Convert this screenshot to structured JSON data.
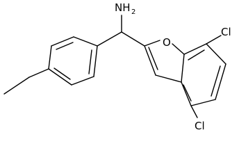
{
  "molecule": {
    "labels": {
      "amine_main": "NH",
      "amine_sub": "2",
      "furan_oxygen": "O",
      "chlorine_top": "Cl",
      "chlorine_bottom": "Cl"
    }
  }
}
